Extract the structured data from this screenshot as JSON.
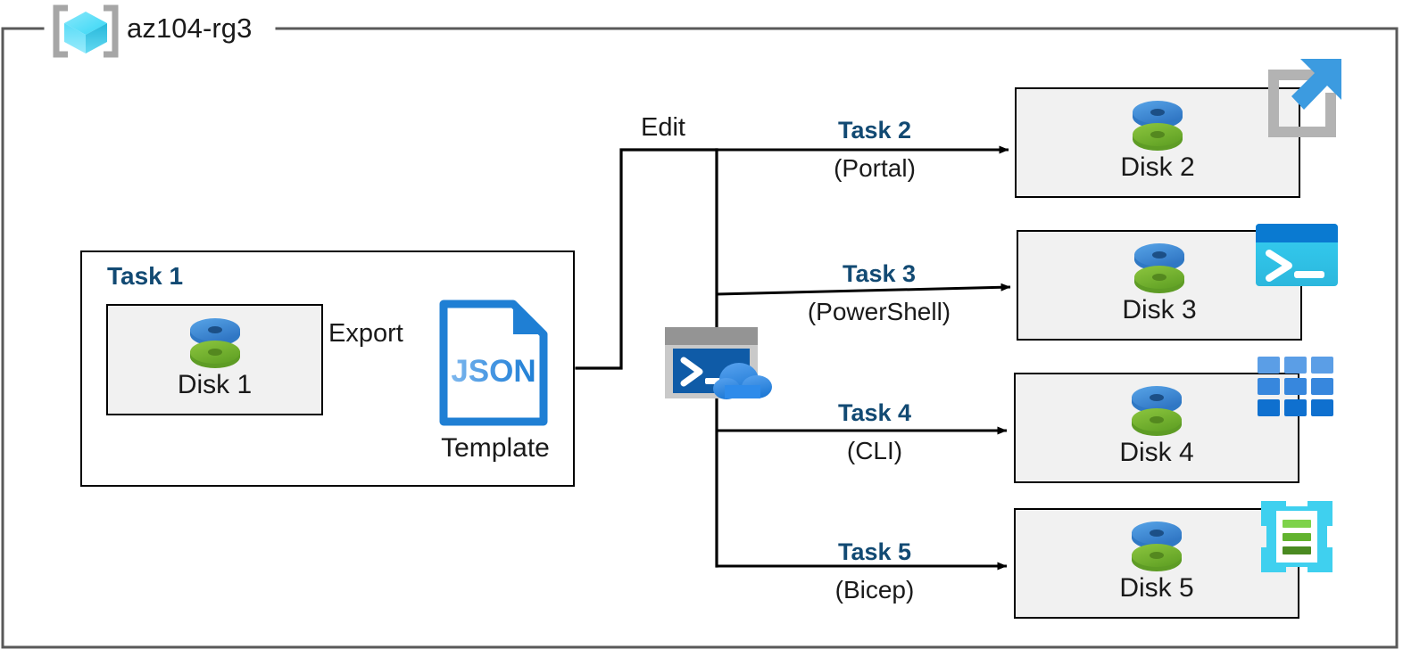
{
  "diagram": {
    "type": "azure-architecture-diagram",
    "resource_group": {
      "name": "az104-rg3",
      "icon": "resource-group-cube-icon",
      "border_color": "#595959"
    },
    "colors": {
      "task_label": "#124A73",
      "box_fill": "#f1f1f1",
      "box_border": "#000000",
      "connector": "#000000",
      "disk_blue": "#3b8ede",
      "disk_green": "#7ab73f",
      "json_blue": "#1f7fd4",
      "cloudshell_terminal": "#0f5ba7",
      "cloudshell_cloud": "#2e8bea",
      "powershell_title": "#0a7ad1",
      "powershell_body": "#32c8ea",
      "cli_tile": "#3b8ede",
      "bicep_frame": "#3fd0ef",
      "bicep_bar_light": "#76c63f",
      "bicep_bar_mid": "#5ca82d",
      "bicep_bar_dark": "#4a8a21",
      "portal_frame": "#b3b3b3",
      "portal_arrow": "#3c9be0"
    },
    "task1": {
      "label": "Task 1",
      "disk": {
        "caption": "Disk 1",
        "icon": "disk-icon"
      },
      "export_label": "Export",
      "template": {
        "file_icon": "json-file-icon",
        "file_text": "JSON",
        "caption": "Template"
      }
    },
    "edit": {
      "label": "Edit",
      "shell_icon": "cloud-shell-icon"
    },
    "branches": [
      {
        "task": "Task 2",
        "method": "(Portal)",
        "disk_caption": "Disk 2",
        "tool_icon": "azure-portal-icon"
      },
      {
        "task": "Task 3",
        "method": "(PowerShell)",
        "disk_caption": "Disk 3",
        "tool_icon": "powershell-icon"
      },
      {
        "task": "Task 4",
        "method": "(CLI)",
        "disk_caption": "Disk 4",
        "tool_icon": "azure-cli-icon"
      },
      {
        "task": "Task 5",
        "method": "(Bicep)",
        "disk_caption": "Disk 5",
        "tool_icon": "bicep-icon"
      }
    ]
  }
}
